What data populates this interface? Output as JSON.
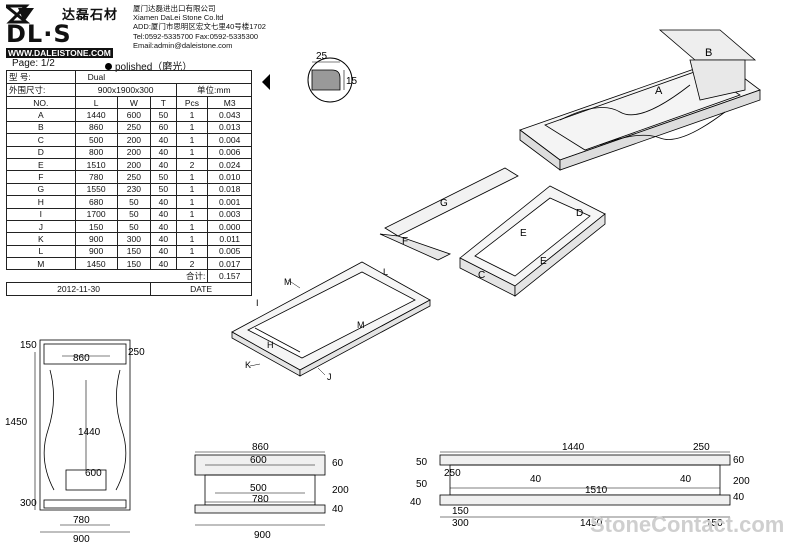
{
  "logo": {
    "cn": "达磊石材",
    "main": "DL·S",
    "sub": "WWW.DALEISTONE.COM"
  },
  "company": {
    "name_cn": "厦门达磊进出口有限公司",
    "name_en": "Xiamen DaLei Stone Co.ltd",
    "address": "ADD:厦门市思明区宏文七里40号楼1702",
    "tel_fax": "Tel:0592-5335700   Fax:0592-5335300",
    "email": "Email:admin@daleistone.com"
  },
  "page": {
    "label": "Page:",
    "value": "1/2"
  },
  "finish": {
    "label": "polished",
    "cn": "（磨光）"
  },
  "profile": {
    "dim_top": "25",
    "dim_side": "15"
  },
  "spec": {
    "model_label": "型 号:",
    "model_value": "Dual",
    "size_label": "外围尺寸:",
    "size_value": "900x1900x300",
    "unit_label": "单位:mm",
    "headers": [
      "NO.",
      "L",
      "W",
      "T",
      "Pcs",
      "M3"
    ],
    "rows": [
      [
        "A",
        "1440",
        "600",
        "50",
        "1",
        "0.043"
      ],
      [
        "B",
        "860",
        "250",
        "60",
        "1",
        "0.013"
      ],
      [
        "C",
        "500",
        "200",
        "40",
        "1",
        "0.004"
      ],
      [
        "D",
        "800",
        "200",
        "40",
        "1",
        "0.006"
      ],
      [
        "E",
        "1510",
        "200",
        "40",
        "2",
        "0.024"
      ],
      [
        "F",
        "780",
        "250",
        "50",
        "1",
        "0.010"
      ],
      [
        "G",
        "1550",
        "230",
        "50",
        "1",
        "0.018"
      ],
      [
        "H",
        "680",
        "50",
        "40",
        "1",
        "0.001"
      ],
      [
        "I",
        "1700",
        "50",
        "40",
        "1",
        "0.003"
      ],
      [
        "J",
        "150",
        "50",
        "40",
        "1",
        "0.000"
      ],
      [
        "K",
        "900",
        "300",
        "40",
        "1",
        "0.011"
      ],
      [
        "L",
        "900",
        "150",
        "40",
        "1",
        "0.005"
      ],
      [
        "M",
        "1450",
        "150",
        "40",
        "2",
        "0.017"
      ]
    ],
    "total_label": "合计:",
    "total_value": "0.157",
    "date_value": "2012-11-30",
    "date_label": "DATE"
  },
  "iso_labels": {
    "A": "A",
    "B": "B",
    "C": "C",
    "D": "D",
    "E1": "E",
    "E2": "E",
    "F": "F",
    "G": "G",
    "H": "H",
    "I": "I",
    "J": "J",
    "K": "K",
    "L": "L",
    "M1": "M",
    "M2": "M"
  },
  "plan_view": {
    "d150": "150",
    "d860": "860",
    "d250": "250",
    "d1450": "1450",
    "d1440": "1440",
    "d600": "600",
    "d300": "300",
    "d780": "780",
    "d900": "900"
  },
  "front_view": {
    "d860": "860",
    "d600": "600",
    "d60": "60",
    "d500": "500",
    "d200": "200",
    "d780": "780",
    "d40": "40",
    "d900": "900"
  },
  "side_view": {
    "d1440": "1440",
    "d250": "250",
    "d50a": "50",
    "d60": "60",
    "d250b": "250",
    "d40a": "40",
    "d50b": "50",
    "d1510": "1510",
    "d40b": "40",
    "d200": "200",
    "d40c": "40",
    "d40d": "40",
    "d150a": "150",
    "d300": "300",
    "d1450": "1450",
    "d150b": "150"
  },
  "watermark": "StoneContact.com"
}
